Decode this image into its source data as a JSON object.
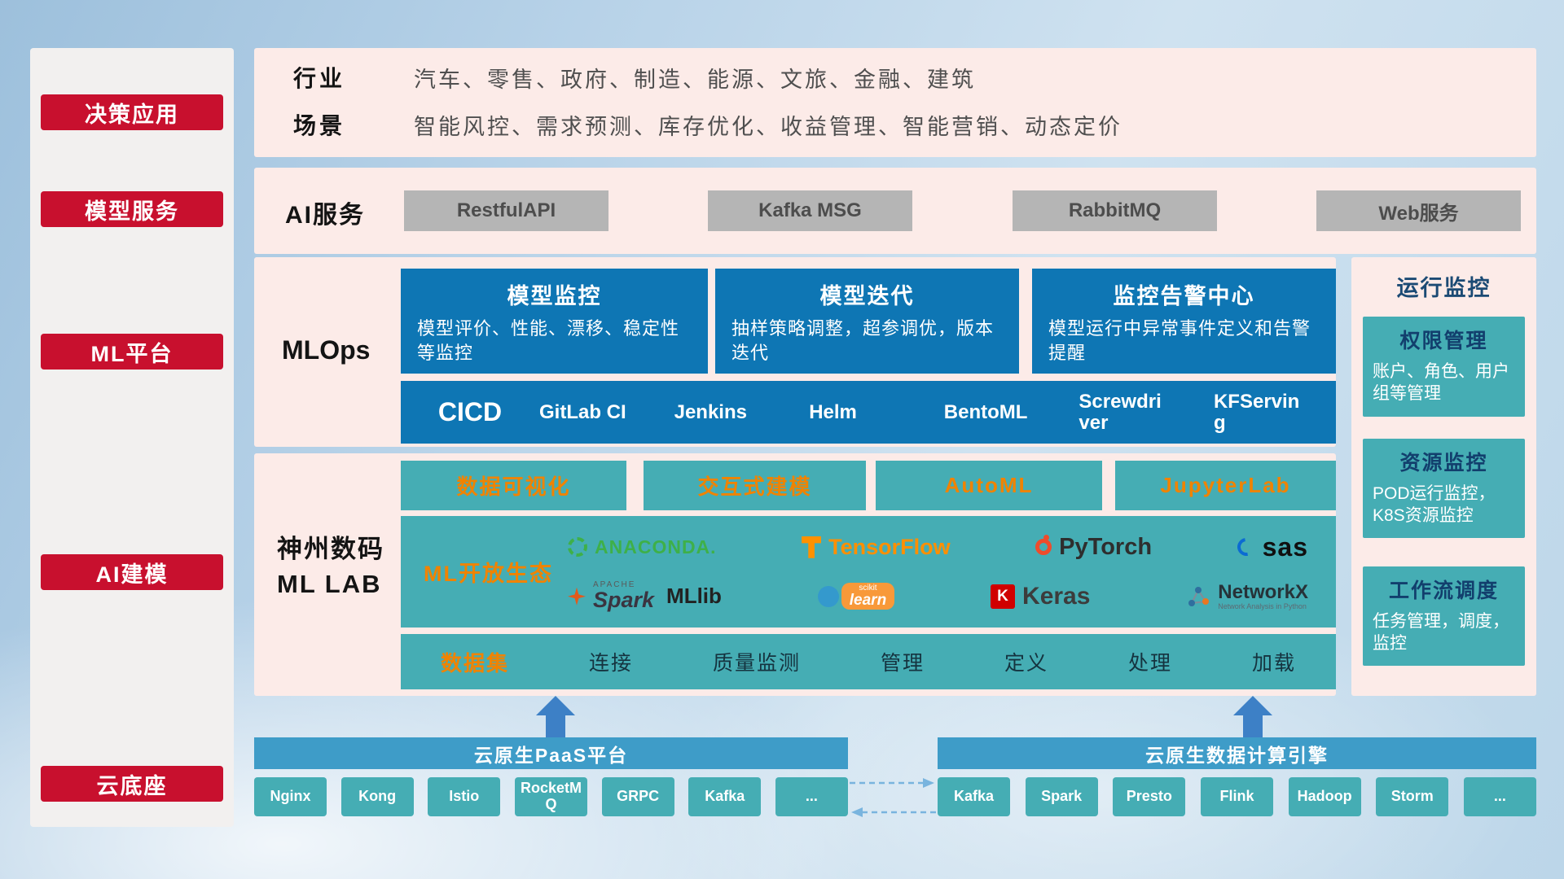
{
  "sidebar": {
    "items": [
      "决策应用",
      "模型服务",
      "ML平台",
      "AI建模",
      "云底座"
    ]
  },
  "industry_row": {
    "row1_label": "行业",
    "row1_text": "汽车、零售、政府、制造、能源、文旅、金融、建筑",
    "row2_label": "场景",
    "row2_text": "智能风控、需求预测、库存优化、收益管理、智能营销、动态定价"
  },
  "ai_service_row": {
    "label": "AI服务",
    "buttons": [
      "RestfulAPI",
      "Kafka MSG",
      "RabbitMQ",
      "Web服务"
    ]
  },
  "mlops": {
    "label": "MLOps",
    "cards": [
      {
        "title": "模型监控",
        "desc": "模型评价、性能、漂移、稳定性等监控"
      },
      {
        "title": "模型迭代",
        "desc": "抽样策略调整，超参调优，版本迭代"
      },
      {
        "title": "监控告警中心",
        "desc": "模型运行中异常事件定义和告警提醒"
      }
    ],
    "cicd": {
      "title": "CICD",
      "tools": [
        "GitLab CI",
        "Jenkins",
        "Helm",
        "BentoML",
        "Screwdriver",
        "KFServing"
      ]
    }
  },
  "monitor_panel": {
    "title": "运行监控",
    "cards": [
      {
        "title": "权限管理",
        "desc": "账户、角色、用户组等管理"
      },
      {
        "title": "资源监控",
        "desc": "POD运行监控，K8S资源监控"
      },
      {
        "title": "工作流调度",
        "desc": "任务管理，调度，监控"
      }
    ]
  },
  "mllab": {
    "label_line1": "神州数码",
    "label_line2": "ML LAB",
    "tools": [
      "数据可视化",
      "交互式建模",
      "AutoML",
      "JupyterLab"
    ],
    "ecosystem": {
      "label": "ML开放生态",
      "logos": {
        "anaconda": "ANACONDA.",
        "tensorflow": "TensorFlow",
        "pytorch": "PyTorch",
        "sas": "sas",
        "spark_apache": "APACHE",
        "spark": "Spark",
        "mllib": "MLlib",
        "sklearn_top": "scikit",
        "sklearn": "learn",
        "keras_letter": "K",
        "keras": "Keras",
        "networkx": "NetworkX",
        "networkx_sub": "Network Analysis in Python"
      }
    },
    "dataset_row": {
      "label": "数据集",
      "items": [
        "连接",
        "质量监测",
        "管理",
        "定义",
        "处理",
        "加载"
      ]
    }
  },
  "cloud_base": {
    "paas": {
      "title": "云原生PaaS平台",
      "chips": [
        "Nginx",
        "Kong",
        "Istio",
        "RocketMQ",
        "GRPC",
        "Kafka",
        "..."
      ]
    },
    "engine": {
      "title": "云原生数据计算引擎",
      "chips": [
        "Kafka",
        "Spark",
        "Presto",
        "Flink",
        "Hadoop",
        "Storm",
        "..."
      ]
    }
  },
  "colors": {
    "accent_red": "#c8102e",
    "panel_pink": "#fcebe8",
    "deep_blue": "#0e76b4",
    "teal": "#45adb4",
    "bar_blue": "#3e9cc8",
    "orange": "#f08300",
    "arrow_blue": "#3d80c6"
  }
}
